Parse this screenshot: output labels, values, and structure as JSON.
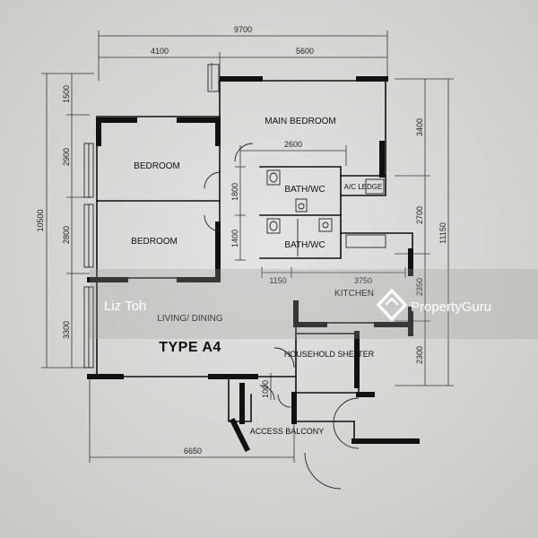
{
  "plan": {
    "type_label": "TYPE A4",
    "rooms": {
      "main_bedroom": "MAIN BEDROOM",
      "bedroom_1": "BEDROOM",
      "bedroom_2": "BEDROOM",
      "bath_1": "BATH/WC",
      "bath_2": "BATH/WC",
      "ac_ledge": "A/C LEDGE",
      "kitchen": "KITCHEN",
      "living_dining": "LIVING/ DINING",
      "household_shelter": "HOUSEHOLD SHELTER",
      "access_balcony": "ACCESS BALCONY"
    },
    "dimensions": {
      "overall_width": "9700",
      "left_width": "4100",
      "right_width": "5600",
      "bath_width": "2600",
      "kitchen_left": "1150",
      "kitchen_right": "3750",
      "bottom_width": "6650",
      "overall_height_left": "10500",
      "overall_height_right": "11150",
      "left_1500": "1500",
      "left_2900": "2900",
      "left_2800": "2800",
      "left_3300": "3300",
      "mid_1800": "1800",
      "mid_1400": "1400",
      "right_3400": "3400",
      "right_2700": "2700",
      "right_2350": "2350",
      "right_2300": "2300",
      "shelter_1000": "1000"
    }
  },
  "watermarks": {
    "agent_name": "Liz Toh",
    "brand": "PropertyGuru"
  }
}
